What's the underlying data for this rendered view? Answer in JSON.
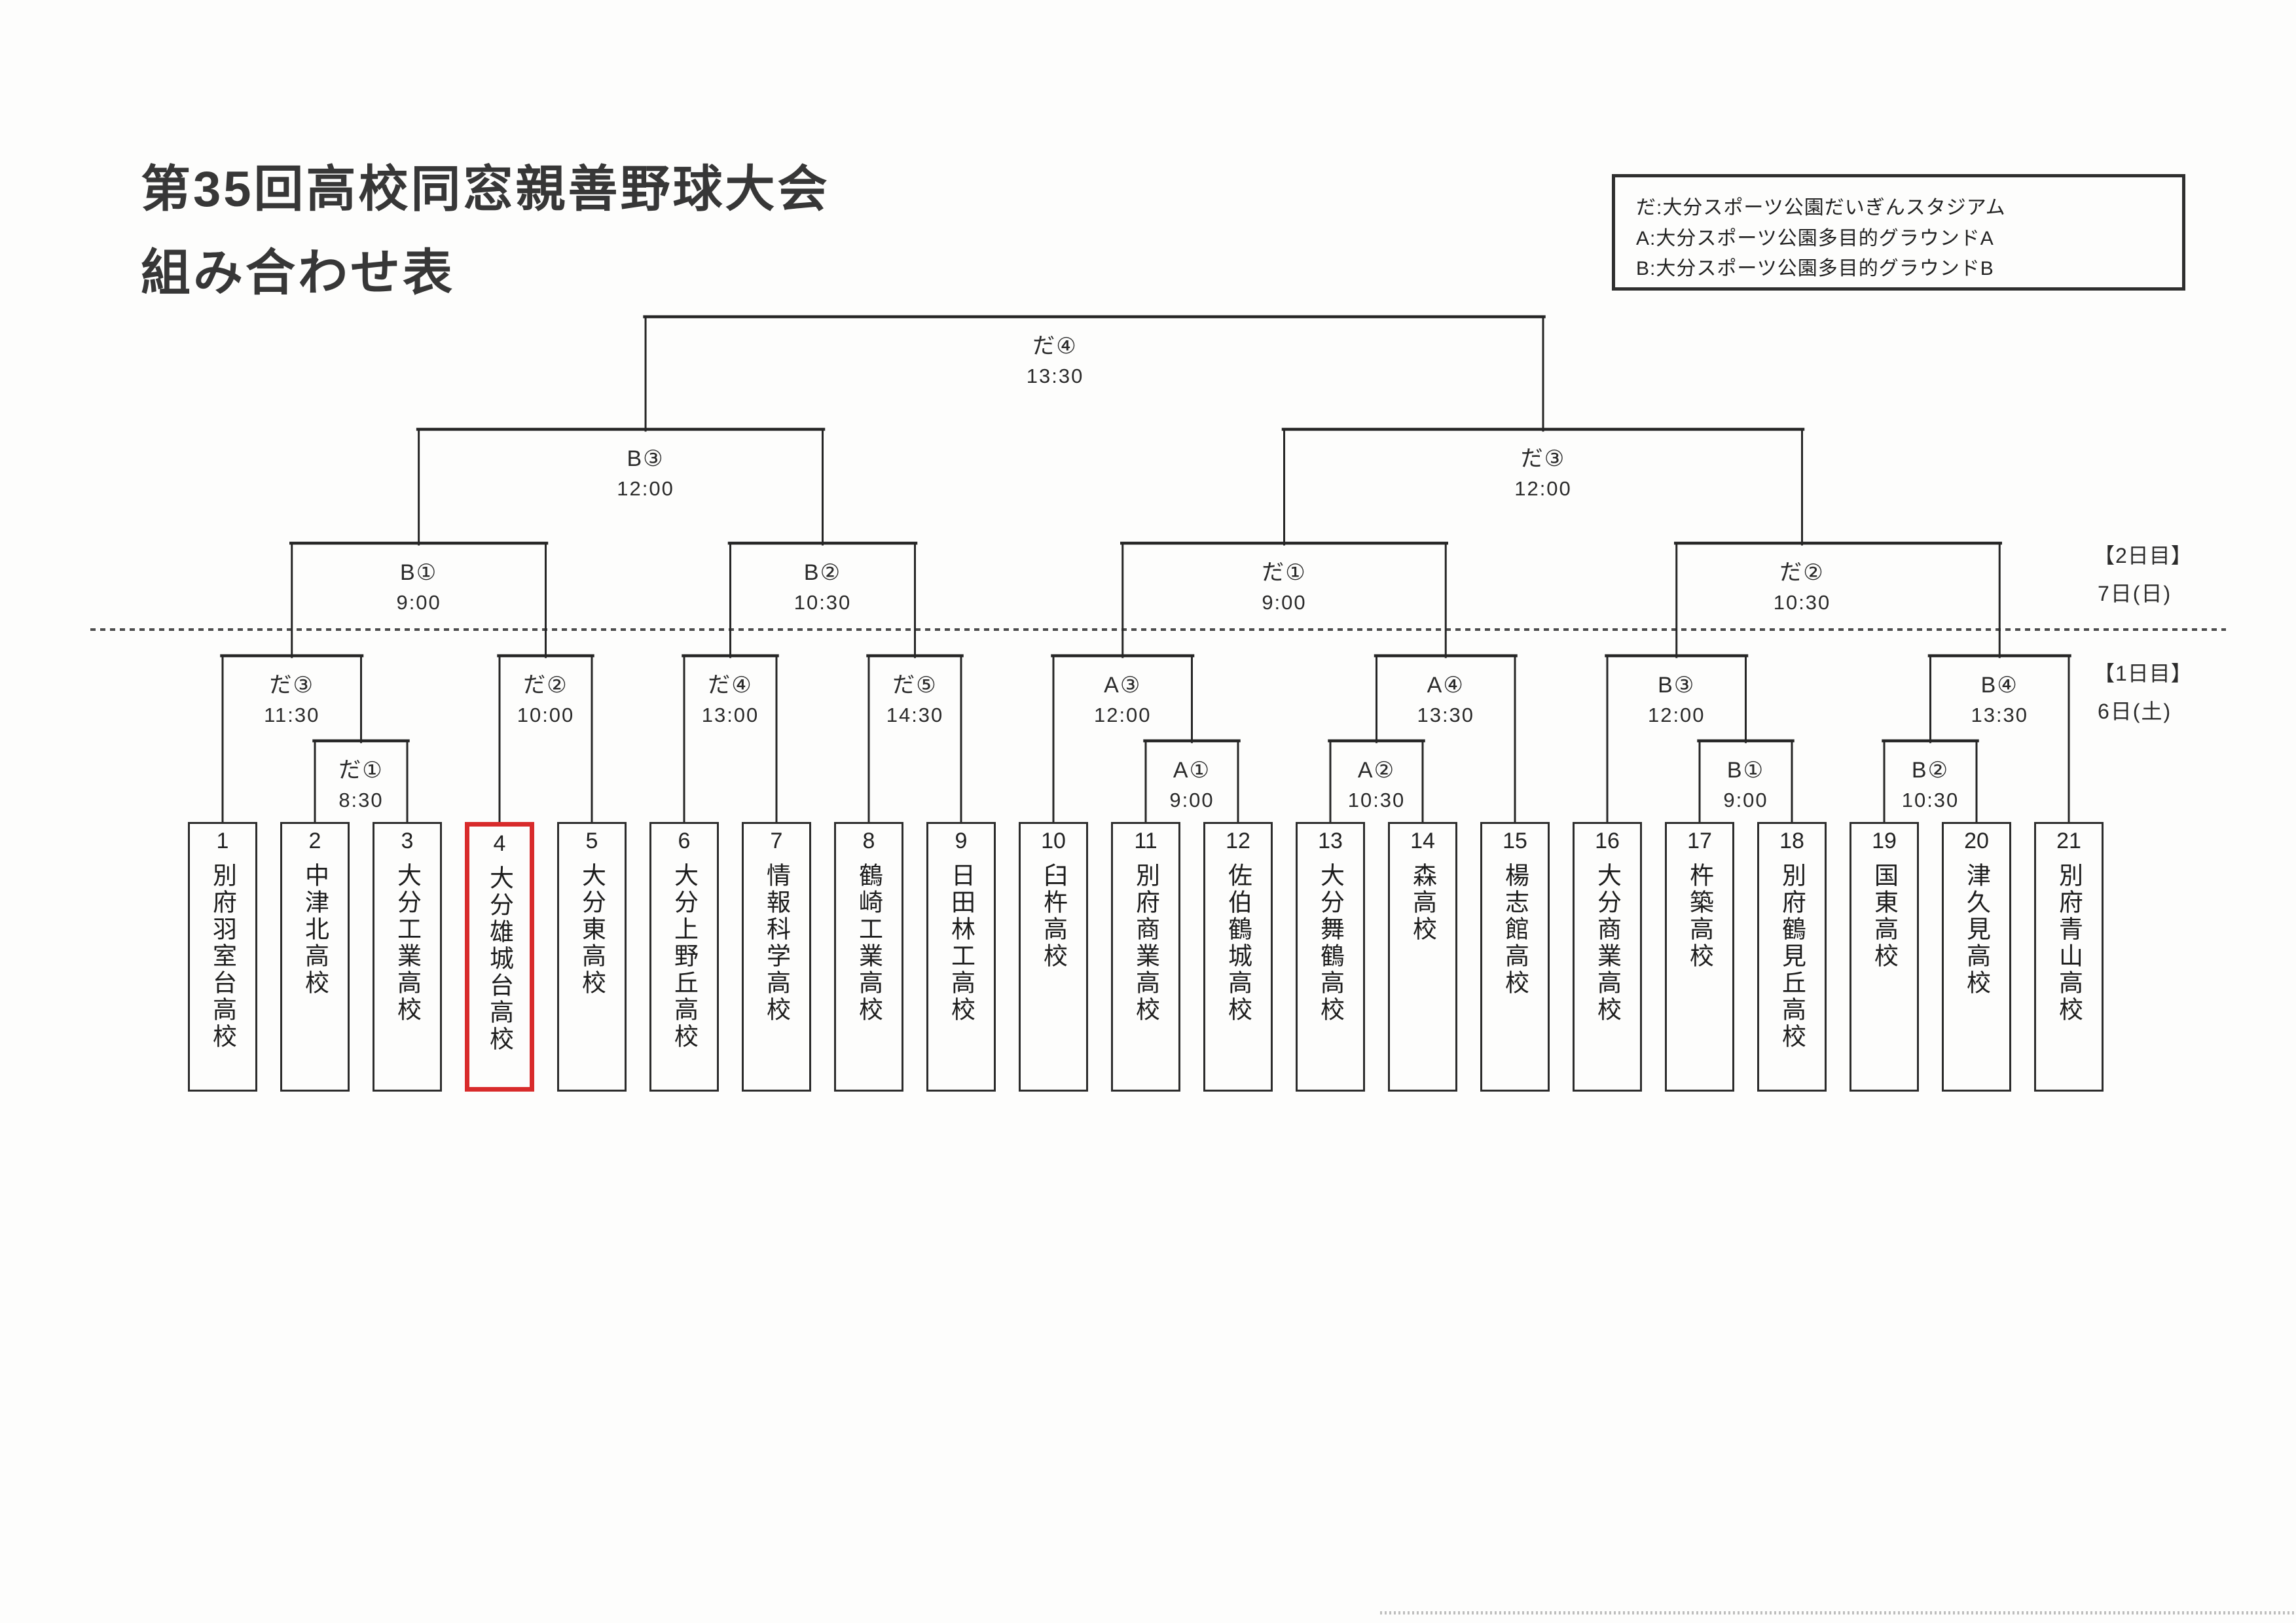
{
  "title": {
    "line1": "第35回高校同窓親善野球大会",
    "line2": "組み合わせ表"
  },
  "legend": {
    "items": [
      "だ:大分スポーツ公園だいぎんスタジアム",
      "A:大分スポーツ公園多目的グラウンドA",
      "B:大分スポーツ公園多目的グラウンドB"
    ]
  },
  "day_labels": {
    "day2": {
      "line1": "【2日目】",
      "line2": "7日(日)"
    },
    "day1": {
      "line1": "【1日目】",
      "line2": "6日(土)"
    }
  },
  "colors": {
    "line": "#262626",
    "highlight_border": "#d82b2b",
    "text": "#222222"
  },
  "teams": [
    {
      "num": "1",
      "name": "別府羽室台高校",
      "highlighted": false
    },
    {
      "num": "2",
      "name": "中津北高校",
      "highlighted": false
    },
    {
      "num": "3",
      "name": "大分工業高校",
      "highlighted": false
    },
    {
      "num": "4",
      "name": "大分雄城台高校",
      "highlighted": true
    },
    {
      "num": "5",
      "name": "大分東高校",
      "highlighted": false
    },
    {
      "num": "6",
      "name": "大分上野丘高校",
      "highlighted": false
    },
    {
      "num": "7",
      "name": "情報科学高校",
      "highlighted": false
    },
    {
      "num": "8",
      "name": "鶴崎工業高校",
      "highlighted": false
    },
    {
      "num": "9",
      "name": "日田林工高校",
      "highlighted": false
    },
    {
      "num": "10",
      "name": "臼杵高校",
      "highlighted": false
    },
    {
      "num": "11",
      "name": "別府商業高校",
      "highlighted": false
    },
    {
      "num": "12",
      "name": "佐伯鶴城高校",
      "highlighted": false
    },
    {
      "num": "13",
      "name": "大分舞鶴高校",
      "highlighted": false
    },
    {
      "num": "14",
      "name": "森高校",
      "highlighted": false
    },
    {
      "num": "15",
      "name": "楊志館高校",
      "highlighted": false
    },
    {
      "num": "16",
      "name": "大分商業高校",
      "highlighted": false
    },
    {
      "num": "17",
      "name": "杵築高校",
      "highlighted": false
    },
    {
      "num": "18",
      "name": "別府鶴見丘高校",
      "highlighted": false
    },
    {
      "num": "19",
      "name": "国東高校",
      "highlighted": false
    },
    {
      "num": "20",
      "name": "津久見高校",
      "highlighted": false
    },
    {
      "num": "21",
      "name": "別府青山高校",
      "highlighted": false
    }
  ],
  "bracket": {
    "matches": [
      {
        "id": "m_da1",
        "round": "sub",
        "label": "だ①",
        "time": "8:30",
        "children": [
          "t2",
          "t3"
        ]
      },
      {
        "id": "m_da3",
        "round": "r1",
        "label": "だ③",
        "time": "11:30",
        "children": [
          "t1",
          "m_da1"
        ]
      },
      {
        "id": "m_da2",
        "round": "r1",
        "label": "だ②",
        "time": "10:00",
        "children": [
          "t4",
          "t5"
        ]
      },
      {
        "id": "m_da4",
        "round": "r1",
        "label": "だ④",
        "time": "13:00",
        "children": [
          "t6",
          "t7"
        ]
      },
      {
        "id": "m_da5",
        "round": "r1",
        "label": "だ⑤",
        "time": "14:30",
        "children": [
          "t8",
          "t9"
        ]
      },
      {
        "id": "m_a1",
        "round": "sub",
        "label": "A①",
        "time": "9:00",
        "children": [
          "t11",
          "t12"
        ]
      },
      {
        "id": "m_a3",
        "round": "r1",
        "label": "A③",
        "time": "12:00",
        "children": [
          "t10",
          "m_a1"
        ]
      },
      {
        "id": "m_a2",
        "round": "sub",
        "label": "A②",
        "time": "10:30",
        "children": [
          "t13",
          "t14"
        ]
      },
      {
        "id": "m_a4",
        "round": "r1",
        "label": "A④",
        "time": "13:30",
        "children": [
          "m_a2",
          "t15"
        ]
      },
      {
        "id": "m_b1",
        "round": "sub",
        "label": "B①",
        "time": "9:00",
        "children": [
          "t17",
          "t18"
        ]
      },
      {
        "id": "m_b3",
        "round": "r1",
        "label": "B③",
        "time": "12:00",
        "children": [
          "t16",
          "m_b1"
        ]
      },
      {
        "id": "m_b2",
        "round": "sub",
        "label": "B②",
        "time": "10:30",
        "children": [
          "t19",
          "t20"
        ]
      },
      {
        "id": "m_b4",
        "round": "r1",
        "label": "B④",
        "time": "13:30",
        "children": [
          "m_b2",
          "t21"
        ]
      },
      {
        "id": "q_b1",
        "round": "qf",
        "label": "B①",
        "time": "9:00",
        "children": [
          "m_da3",
          "m_da2"
        ]
      },
      {
        "id": "q_b2",
        "round": "qf",
        "label": "B②",
        "time": "10:30",
        "children": [
          "m_da4",
          "m_da5"
        ]
      },
      {
        "id": "q_da1",
        "round": "qf",
        "label": "だ①",
        "time": "9:00",
        "children": [
          "m_a3",
          "m_a4"
        ]
      },
      {
        "id": "q_da2",
        "round": "qf",
        "label": "だ②",
        "time": "10:30",
        "children": [
          "m_b3",
          "m_b4"
        ]
      },
      {
        "id": "s_b3",
        "round": "sf",
        "label": "B③",
        "time": "12:00",
        "children": [
          "q_b1",
          "q_b2"
        ]
      },
      {
        "id": "s_da3",
        "round": "sf",
        "label": "だ③",
        "time": "12:00",
        "children": [
          "q_da1",
          "q_da2"
        ]
      },
      {
        "id": "f_da4",
        "round": "f",
        "label": "だ④",
        "time": "13:30",
        "children": [
          "s_b3",
          "s_da3"
        ]
      }
    ]
  }
}
